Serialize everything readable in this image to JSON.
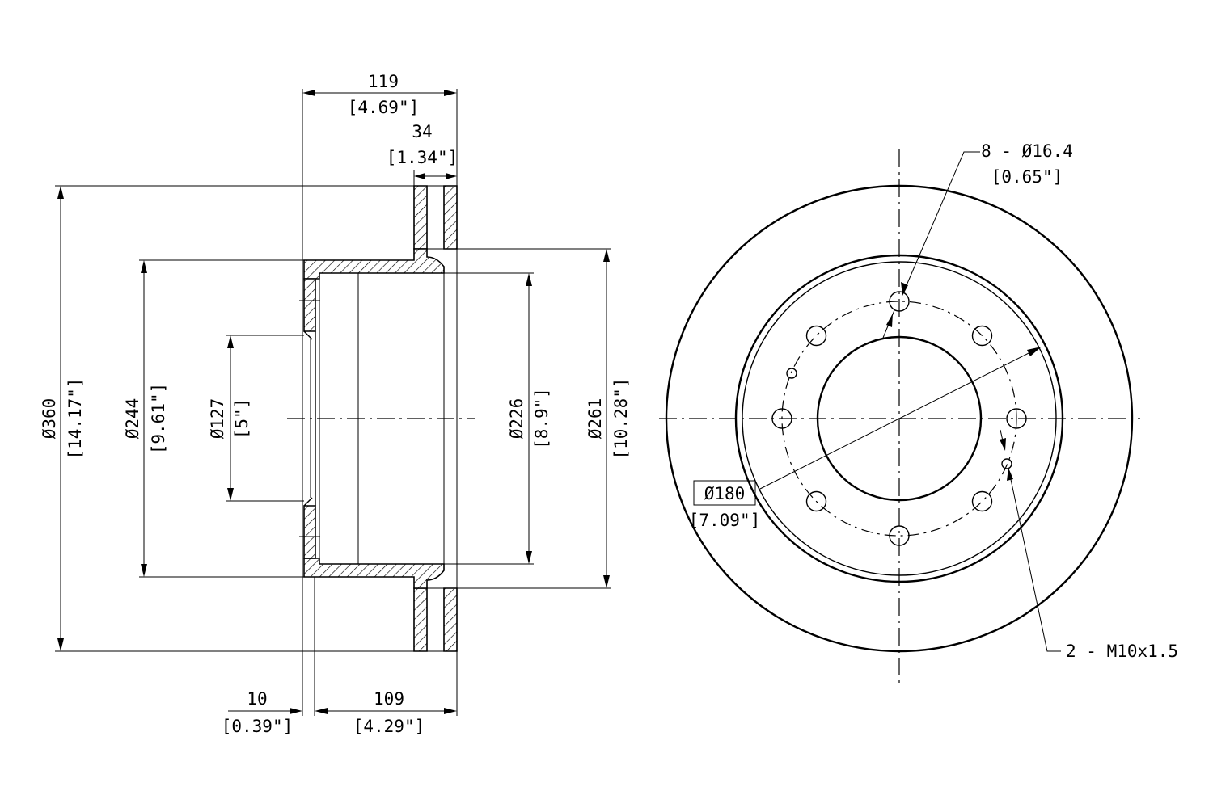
{
  "dimensions": {
    "overall_width": {
      "mm": "119",
      "inch": "[4.69\"]"
    },
    "friction_width": {
      "mm": "34",
      "inch": "[1.34\"]"
    },
    "flange_thickness": {
      "mm": "10",
      "inch": "[0.39\"]"
    },
    "hat_height": {
      "mm": "109",
      "inch": "[4.29\"]"
    },
    "outer_diameter": {
      "mm": "Ø360",
      "inch": "[14.17\"]"
    },
    "hat_outer_diameter": {
      "mm": "Ø244",
      "inch": "[9.61\"]"
    },
    "center_bore": {
      "mm": "Ø127",
      "inch": "[5\"]"
    },
    "hat_inner_diameter": {
      "mm": "Ø226",
      "inch": "[8.9\"]"
    },
    "friction_inner_diameter": {
      "mm": "Ø261",
      "inch": "[10.28\"]"
    },
    "bolt_circle": {
      "mm": "Ø180",
      "inch": "[7.09\"]"
    },
    "bolt_holes": {
      "mm": "8 - Ø16.4",
      "inch": "[0.65\"]"
    },
    "threaded_holes": {
      "label": "2 - M10x1.5"
    }
  },
  "colors": {
    "line": "#000000",
    "background": "#ffffff"
  }
}
